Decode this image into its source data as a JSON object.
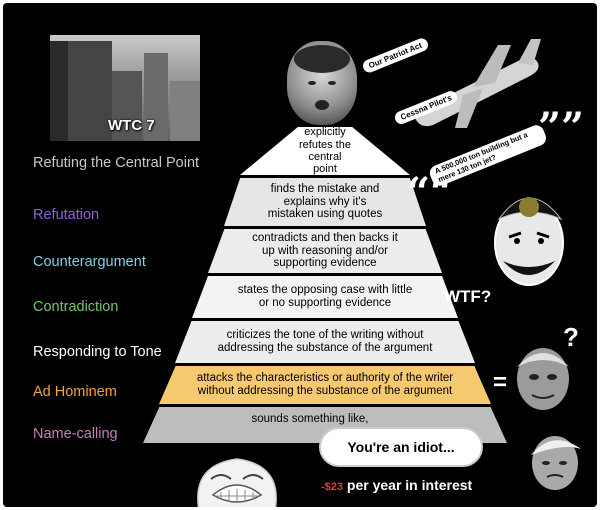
{
  "photo": {
    "caption": "WTC 7"
  },
  "labels": [
    {
      "text": "Refuting the Central Point",
      "color": "#c8c8c8"
    },
    {
      "text": "Refutation",
      "color": "#8a63d2"
    },
    {
      "text": "Counterargument",
      "color": "#7fd3e6"
    },
    {
      "text": "Contradiction",
      "color": "#75c46c"
    },
    {
      "text": "Responding to Tone",
      "color": "#ffffff"
    },
    {
      "text": "Ad Hominem",
      "color": "#f2a441"
    },
    {
      "text": "Name-calling",
      "color": "#c87fb6"
    }
  ],
  "pyramid": [
    {
      "text": "explicitly refutes the central point"
    },
    {
      "text": "finds the mistake and explains why it's mistaken using quotes"
    },
    {
      "text": "contradicts and then backs it up with reasoning and/or supporting evidence"
    },
    {
      "text": "states the opposing case with little or no supporting evidence"
    },
    {
      "text": "criticizes the tone of the writing without addressing the substance of the argument"
    },
    {
      "text": "attacks the characteristics or authority of the writer without addressing the substance of the argument"
    },
    {
      "text": "sounds something like,"
    }
  ],
  "pyramid_colors": [
    "#ffffff",
    "#e6e6e6",
    "#ececec",
    "#f3f3f3",
    "#ededed",
    "#f6c970",
    "#bdbdbd"
  ],
  "annotations": {
    "patriot_act": "Our Patriot Act",
    "cessna": "Cessna Pilot's",
    "quote_open": "““",
    "quote_close": "””",
    "building_quote": "A 500,000 ton building but a mere 130 ton jet?",
    "wtf": "WTF?",
    "question": "?",
    "equals": "=",
    "bubble": "You're an idiot...",
    "money_neg": "-$23",
    "money_text": " per year in interest"
  }
}
